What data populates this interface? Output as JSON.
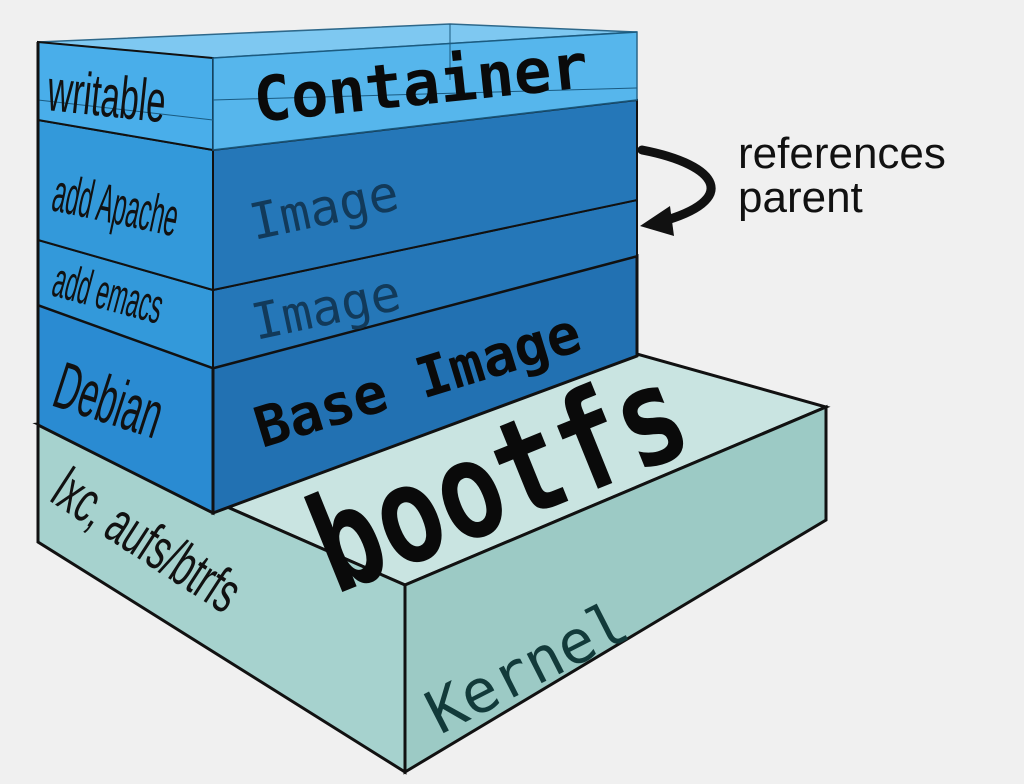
{
  "layers": [
    {
      "name": "writable",
      "title": "Container",
      "front_color": "#3ea5e4",
      "top_color": "#6cc0f0",
      "side_color": "#4ab2ec"
    },
    {
      "name": "add Apache",
      "title": "Image",
      "front_color": "#2f94d8",
      "side_color": "#2577b8"
    },
    {
      "name": "add emacs",
      "title": "Image",
      "front_color": "#2f94d8",
      "side_color": "#2577b8"
    },
    {
      "name": "Debian",
      "title": "Base Image",
      "front_color": "#2d8fd5",
      "side_color": "#2271b2"
    },
    {
      "name": "lxc, aufs/btrfs",
      "title": "Kernel",
      "extra": "bootfs",
      "front_color": "#9fcdc8",
      "top_color": "#c9e4e1"
    }
  ],
  "annotation": {
    "line1": "references",
    "line2": "parent",
    "arrow": "curved-arrow-icon"
  }
}
